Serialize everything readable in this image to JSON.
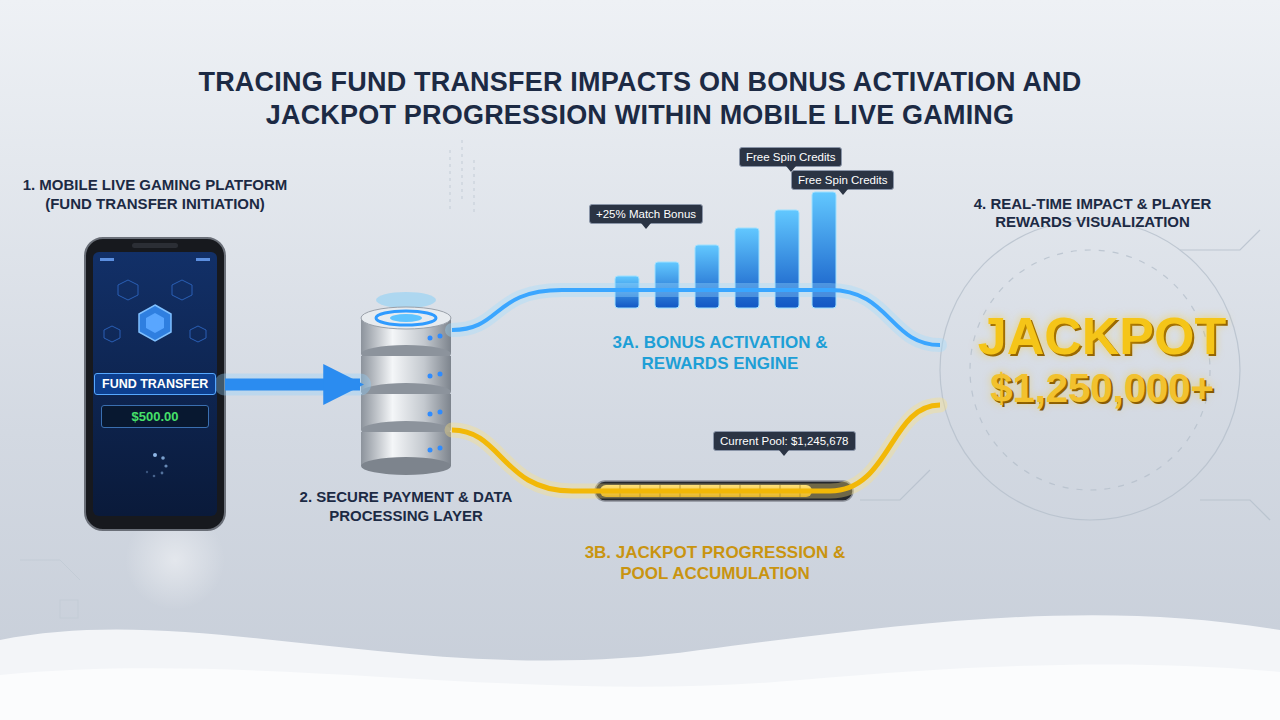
{
  "diagram": {
    "title": "TRACING FUND TRANSFER IMPACTS ON BONUS ACTIVATION AND JACKPOT PROGRESSION WITHIN MOBILE LIVE GAMING",
    "nodes": [
      {
        "text": [
          "1. MOBILE LIVE GAMING PLATFORM (FUND TRANSFER INITIATION)"
        ]
      },
      {
        "text": [
          "FUND TRANSFER"
        ],
        "in": 0
      },
      {
        "text": [
          "$500.00"
        ],
        "in": 0
      },
      {
        "text": [
          "2. SECURE PAYMENT & DATA PROCESSING LAYER"
        ]
      },
      {
        "text": [
          "+25% Match Bonus"
        ]
      },
      {
        "text": [
          "Free Spin Credits"
        ]
      },
      {
        "text": [
          "Free Spin Credits"
        ]
      },
      {
        "text": [
          "Current Pool: $1,245,678"
        ]
      },
      {
        "text": [
          "JACKPOT",
          "$1,250,000+"
        ]
      }
    ],
    "edges": [
      {
        "from": 0,
        "to": 3,
        "arrow": "to"
      },
      {
        "from": 3,
        "to": 8,
        "arrow": "none"
      },
      {
        "from": 3,
        "to": 8,
        "arrow": "none"
      }
    ],
    "labels": [
      "3A. BONUS ACTIVATION & REWARDS ENGINE",
      "3B. JACKPOT PROGRESSION & POOL ACCUMULATION",
      "4. REAL-TIME IMPACT & PLAYER REWARDS VISUALIZATION"
    ]
  }
}
